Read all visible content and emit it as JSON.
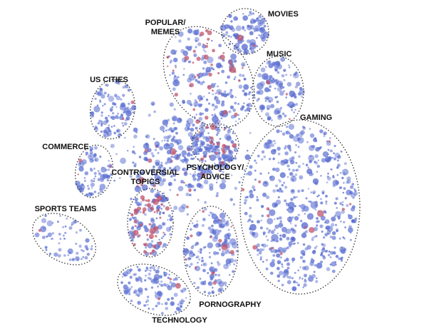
{
  "chart_data": {
    "type": "scatter",
    "title": "",
    "xlabel": "",
    "ylabel": "",
    "grid": false,
    "legend": "none",
    "colors": {
      "point_blue": "#5b6fd1",
      "point_red": "#c0546b",
      "outline": "#333333",
      "label": "#111111"
    },
    "clusters": [
      {
        "id": "movies",
        "label": "MOVIES",
        "blue_points": 90,
        "red_points": 2
      },
      {
        "id": "popular-memes",
        "label": "POPULAR/\nMEMES",
        "blue_points": 170,
        "red_points": 40
      },
      {
        "id": "music",
        "label": "MUSIC",
        "blue_points": 110,
        "red_points": 3
      },
      {
        "id": "us-cities",
        "label": "US CITIES",
        "blue_points": 95,
        "red_points": 2
      },
      {
        "id": "gaming",
        "label": "GAMING",
        "blue_points": 520,
        "red_points": 12
      },
      {
        "id": "commerce",
        "label": "COMMERCE",
        "blue_points": 75,
        "red_points": 2
      },
      {
        "id": "psychology-advice",
        "label": "PSYCHOLOGY/\nADVICE",
        "blue_points": 70,
        "red_points": 22
      },
      {
        "id": "controversial-topics",
        "label": "CONTROVERSIAL\nTOPICS",
        "blue_points": 95,
        "red_points": 45
      },
      {
        "id": "sports-teams",
        "label": "SPORTS TEAMS",
        "blue_points": 60,
        "red_points": 1
      },
      {
        "id": "pornography",
        "label": "PORNOGRAPHY",
        "blue_points": 150,
        "red_points": 12
      },
      {
        "id": "technology",
        "label": "TECHNOLOGY",
        "blue_points": 120,
        "red_points": 3
      }
    ],
    "unclustered": {
      "blue_points": 330,
      "red_points": 30
    }
  }
}
